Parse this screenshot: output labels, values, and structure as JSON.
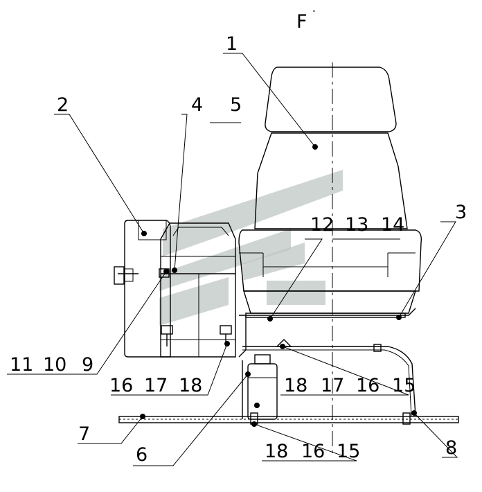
{
  "view_label": "F",
  "callouts": [
    {
      "id": "c1",
      "text": "1"
    },
    {
      "id": "c2",
      "text": "2"
    },
    {
      "id": "c3",
      "text": "3"
    },
    {
      "id": "c4",
      "text": "4"
    },
    {
      "id": "c5",
      "text": "5"
    },
    {
      "id": "c6",
      "text": "6"
    },
    {
      "id": "c7",
      "text": "7"
    },
    {
      "id": "c8",
      "text": "8"
    },
    {
      "id": "c9",
      "text": "9"
    },
    {
      "id": "c10",
      "text": "10"
    },
    {
      "id": "c11",
      "text": "11"
    },
    {
      "id": "c12",
      "text": "12"
    },
    {
      "id": "c13",
      "text": "13"
    },
    {
      "id": "c14",
      "text": "14"
    },
    {
      "id": "c15a",
      "text": "15"
    },
    {
      "id": "c15b",
      "text": "15"
    },
    {
      "id": "c16a",
      "text": "16"
    },
    {
      "id": "c16b",
      "text": "16"
    },
    {
      "id": "c16c",
      "text": "16"
    },
    {
      "id": "c17a",
      "text": "17"
    },
    {
      "id": "c17b",
      "text": "17"
    },
    {
      "id": "c18a",
      "text": "18"
    },
    {
      "id": "c18b",
      "text": "18"
    },
    {
      "id": "c18c",
      "text": "18"
    }
  ],
  "watermark": "logo-watermark"
}
